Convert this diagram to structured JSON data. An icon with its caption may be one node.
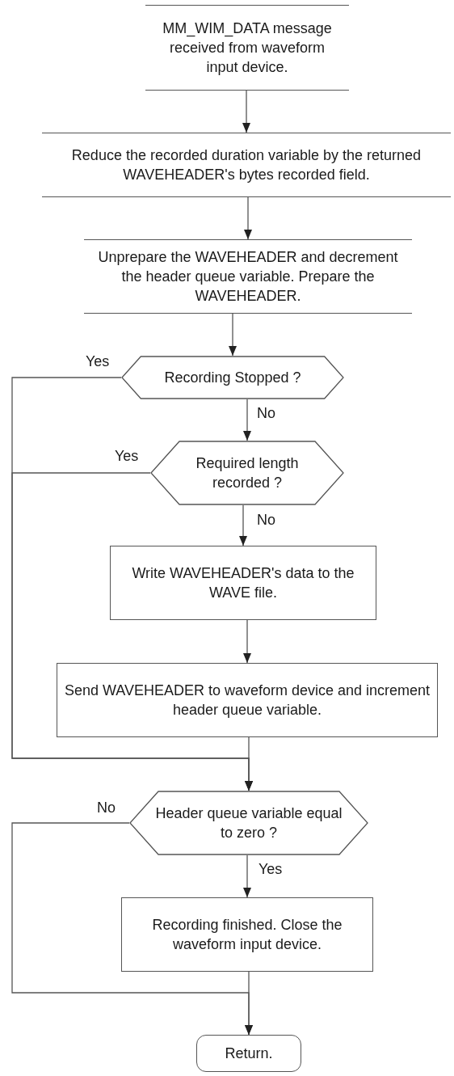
{
  "diagram": {
    "nodes": [
      {
        "text": [
          "MM_WIM_DATA message received from waveform input device."
        ]
      },
      {
        "text": [
          "Reduce the recorded duration variable by the returned WAVEHEADER's bytes recorded field."
        ]
      },
      {
        "text": [
          "Unprepare the WAVEHEADER and decrement the header queue variable. Prepare the WAVEHEADER."
        ]
      },
      {
        "text": [
          "Recording Stopped ?"
        ]
      },
      {
        "text": [
          "Required length recorded ?"
        ]
      },
      {
        "text": [
          "Write WAVEHEADER's data to the WAVE file."
        ]
      },
      {
        "text": [
          "Send WAVEHEADER to waveform device and increment header queue variable."
        ]
      },
      {
        "text": [
          "Header queue variable equal to zero ?"
        ]
      },
      {
        "text": [
          "Recording finished. Close the waveform input device."
        ]
      },
      {
        "text": [
          "Return."
        ]
      }
    ],
    "edges": [
      {
        "from": 0,
        "to": 1,
        "arrow": "to"
      },
      {
        "from": 1,
        "to": 2,
        "arrow": "to"
      },
      {
        "from": 2,
        "to": 3,
        "arrow": "to"
      },
      {
        "from": 3,
        "to": 4,
        "arrow": "to",
        "label": "No"
      },
      {
        "from": 3,
        "to": 7,
        "arrow": "to",
        "label": "Yes"
      },
      {
        "from": 4,
        "to": 5,
        "arrow": "to",
        "label": "No"
      },
      {
        "from": 4,
        "to": 7,
        "arrow": "to",
        "label": "Yes"
      },
      {
        "from": 5,
        "to": 6,
        "arrow": "to"
      },
      {
        "from": 6,
        "to": 7,
        "arrow": "to"
      },
      {
        "from": 7,
        "to": 8,
        "arrow": "to",
        "label": "Yes"
      },
      {
        "from": 7,
        "to": 9,
        "arrow": "to",
        "label": "No"
      },
      {
        "from": 8,
        "to": 9,
        "arrow": "to"
      }
    ]
  }
}
